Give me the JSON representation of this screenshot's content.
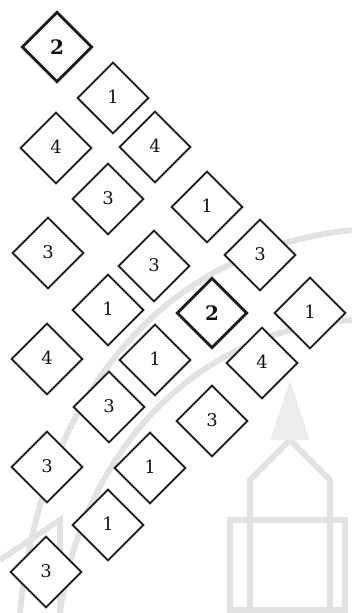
{
  "tiles": [
    {
      "n": "2",
      "bold": true
    },
    {
      "n": "1"
    },
    {
      "n": "4"
    },
    {
      "n": "4"
    },
    {
      "n": "3"
    },
    {
      "n": "1"
    },
    {
      "n": "3"
    },
    {
      "n": "3"
    },
    {
      "n": "3"
    },
    {
      "n": "1"
    },
    {
      "n": "2",
      "bold": true
    },
    {
      "n": "1"
    },
    {
      "n": "4"
    },
    {
      "n": "1"
    },
    {
      "n": "4"
    },
    {
      "n": "3"
    },
    {
      "n": "3"
    },
    {
      "n": "3"
    },
    {
      "n": "1"
    },
    {
      "n": "1"
    },
    {
      "n": "3"
    }
  ],
  "colors": {
    "border": "#1a1a1a",
    "watermark": "#dcdcdc"
  }
}
